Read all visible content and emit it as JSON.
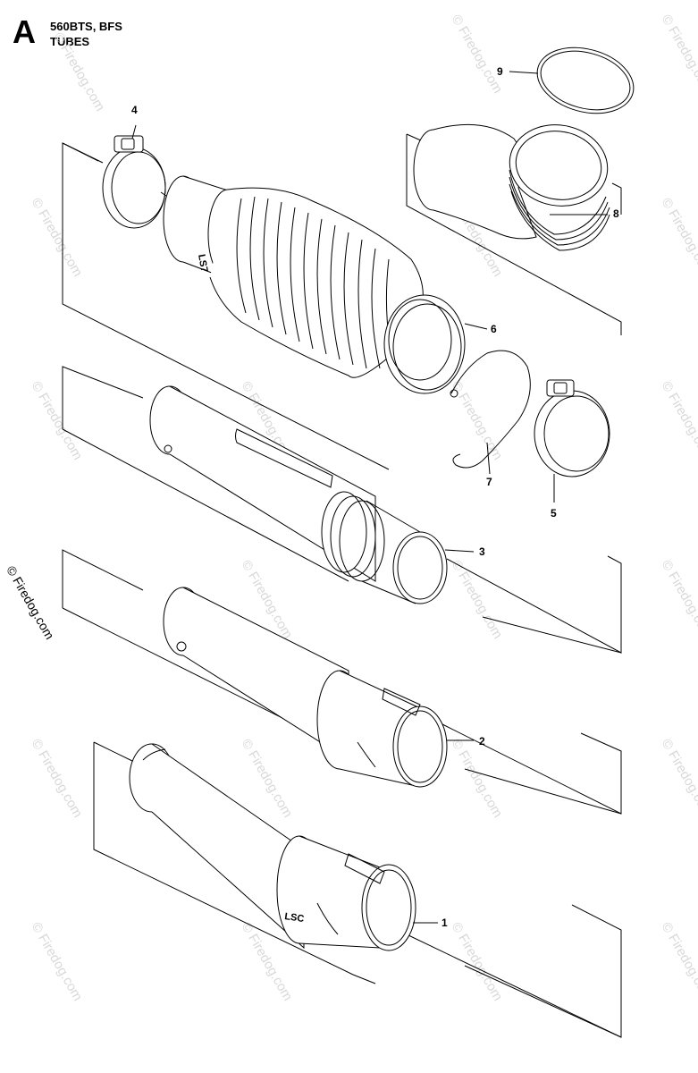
{
  "header": {
    "section_letter": "A",
    "model": "560BTS, BFS",
    "title": "TUBES"
  },
  "side_copyright": "© Firedog.com",
  "watermark_text": "© Firedog.com",
  "tube_markings": {
    "bellows": "LS7",
    "part1": "LSC"
  },
  "callouts": [
    {
      "id": "part-9",
      "label": "9"
    },
    {
      "id": "part-4",
      "label": "4"
    },
    {
      "id": "part-8",
      "label": "8"
    },
    {
      "id": "part-6",
      "label": "6"
    },
    {
      "id": "part-7",
      "label": "7"
    },
    {
      "id": "part-5",
      "label": "5"
    },
    {
      "id": "part-3",
      "label": "3"
    },
    {
      "id": "part-2",
      "label": "2"
    },
    {
      "id": "part-1",
      "label": "1"
    }
  ],
  "colors": {
    "line": "#000000",
    "watermark": "#d9d9d9",
    "background": "#ffffff"
  }
}
